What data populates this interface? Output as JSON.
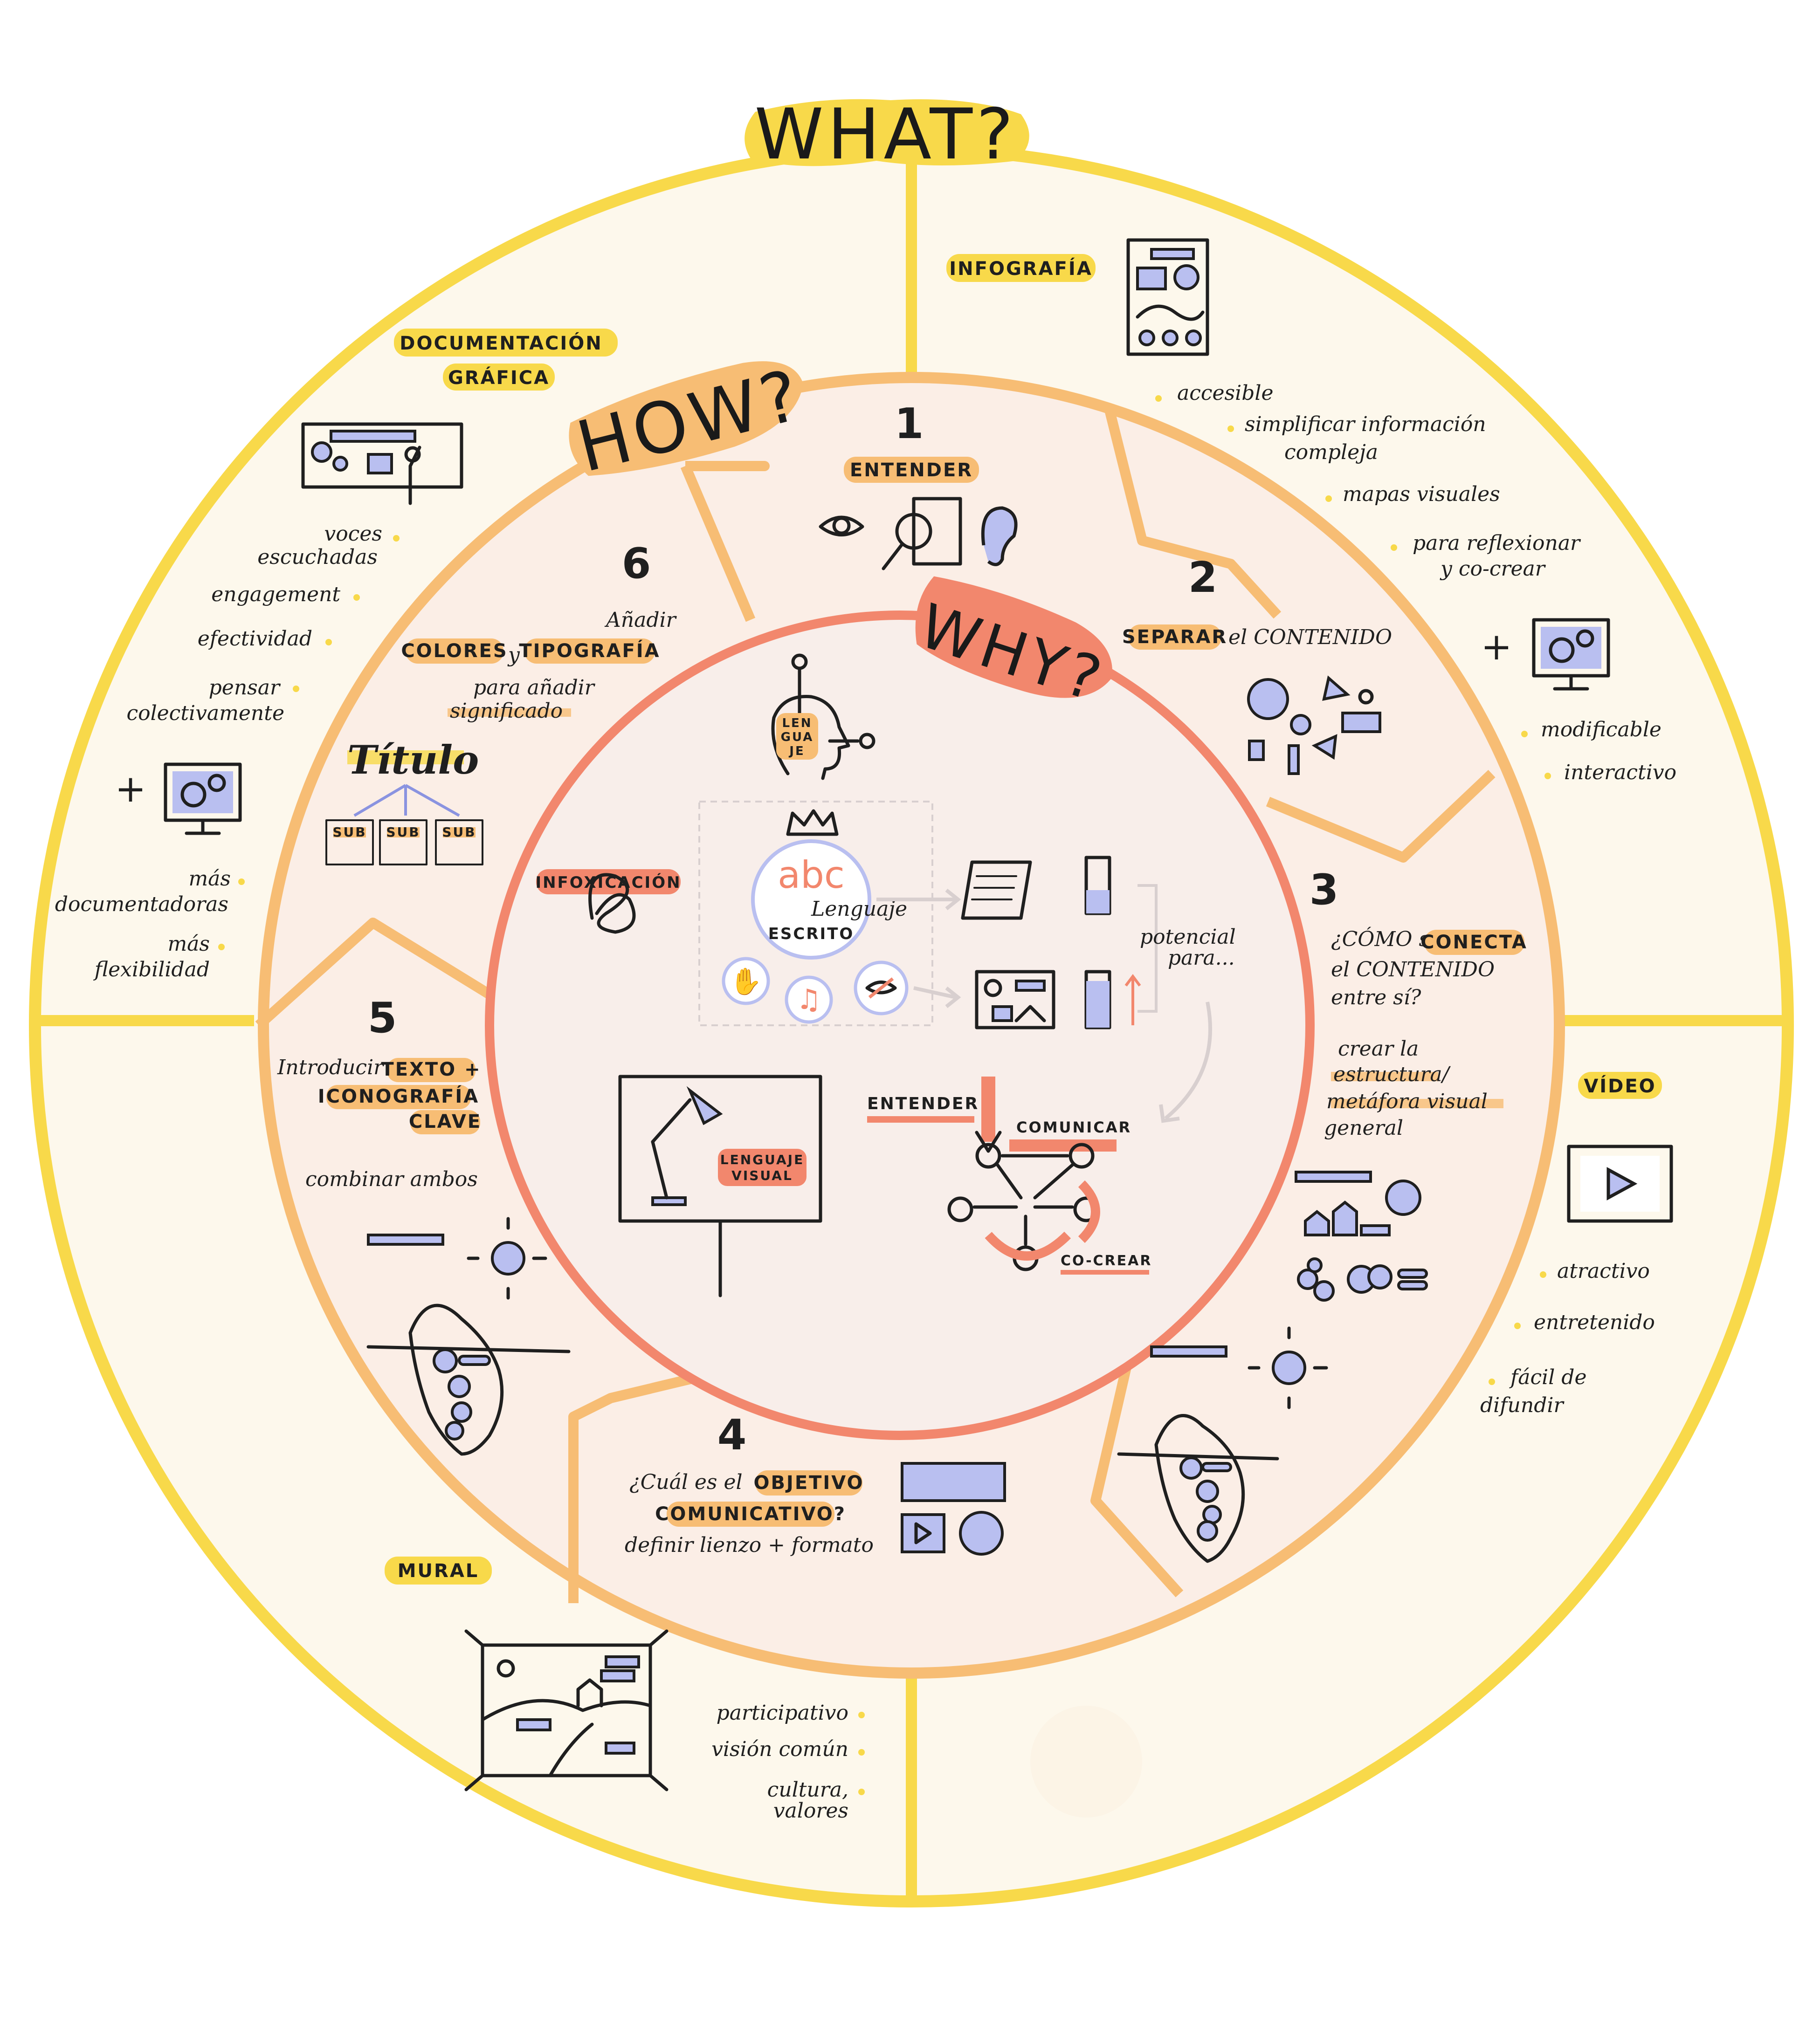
{
  "headers": {
    "what": "WHAT?",
    "how": "HOW?",
    "why": "WHY?"
  },
  "colors": {
    "yellow": "#f8d94a",
    "yellow_fill": "#fdf8ec",
    "orange": "#f7bd74",
    "orange_fill": "#fbeee6",
    "salmon": "#f2876d",
    "blue": "#b9bff0"
  },
  "what": {
    "infografia": {
      "tag": "INFOGRAFÍA",
      "bullets": [
        "accesible",
        "simplificar información",
        "compleja",
        "mapas visuales",
        "para reflexionar",
        "y co-crear"
      ]
    },
    "interactiva": {
      "plus": "+",
      "bullets": [
        "modificable",
        "interactivo"
      ]
    },
    "video": {
      "tag": "VÍDEO",
      "bullets": [
        "atractivo",
        "entretenido",
        "fácil de",
        "difundir"
      ]
    },
    "mural": {
      "tag": "MURAL",
      "bullets": [
        "participativo",
        "visión común",
        "cultura,",
        "valores"
      ]
    },
    "documentacion": {
      "tag1": "DOCUMENTACIÓN",
      "tag2": "GRÁFICA",
      "bullets": [
        "voces",
        "escuchadas",
        "engagement",
        "efectividad",
        "pensar",
        "colectivamente"
      ]
    },
    "documentacion_plus": {
      "plus": "+",
      "bullets": [
        "más",
        "documentadoras",
        "más",
        "flexibilidad"
      ]
    }
  },
  "how": {
    "step1": {
      "num": "1",
      "tag": "ENTENDER"
    },
    "step2": {
      "num": "2",
      "tag": "SEPARAR",
      "text": "el CONTENIDO"
    },
    "step3": {
      "num": "3",
      "q1": "¿CÓMO se",
      "tag": "CONECTA",
      "q2": "el CONTENIDO",
      "q3": "entre sí?",
      "l1": "crear la",
      "l2": "estructura/",
      "l3": "metáfora visual",
      "l4": "general"
    },
    "step4": {
      "num": "4",
      "q1": "¿Cuál es el",
      "tag1": "OBJETIVO",
      "tag2": "COMUNICATIVO?",
      "l1": "definir lienzo + formato"
    },
    "step5": {
      "num": "5",
      "l1": "Introducir",
      "tag1": "TEXTO +",
      "tag2": "ICONOGRAFÍA",
      "tag3": "CLAVE",
      "l2": "combinar ambos"
    },
    "step6": {
      "num": "6",
      "l0": "Añadir",
      "tag1": "COLORES",
      "y": "y",
      "tag2": "TIPOGRAFÍA",
      "l1": "para añadir",
      "l2": "significado",
      "titulo": "Título",
      "sub": [
        "SUB",
        "SUB",
        "SUB"
      ]
    }
  },
  "why": {
    "lenguaje_head": [
      "LEN",
      "GUA",
      "JE"
    ],
    "abc": "abc",
    "escrito": [
      "Lenguaje",
      "ESCRITO"
    ],
    "infoxicacion": "INFOXICACIÓN",
    "potencial": [
      "potencial",
      "para..."
    ],
    "visual": [
      "LENGUAJE",
      "VISUAL"
    ],
    "entender": "ENTENDER",
    "comunicar": "COMUNICAR",
    "cocrear": "CO-CREAR"
  }
}
